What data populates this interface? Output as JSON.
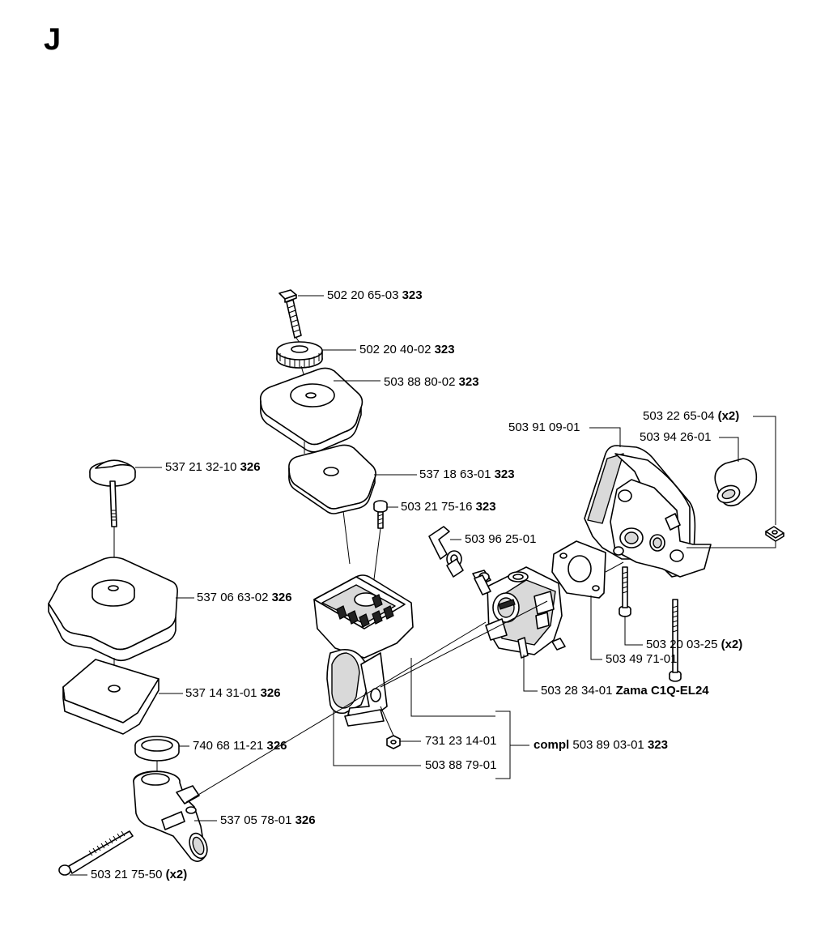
{
  "page": {
    "letter": "J"
  },
  "callouts": [
    {
      "id": "bolt-top",
      "code": "502 20 65-03",
      "suffix": "323"
    },
    {
      "id": "knob-nut",
      "code": "502 20 40-02",
      "suffix": "323"
    },
    {
      "id": "filter-cover-top",
      "code": "503 88 80-02",
      "suffix": "323"
    },
    {
      "id": "filter-pad-top",
      "code": "537 18 63-01",
      "suffix": "323"
    },
    {
      "id": "screw-small",
      "code": "503 21 75-16",
      "suffix": "323"
    },
    {
      "id": "choke-lever",
      "code": "503 96 25-01",
      "suffix": ""
    },
    {
      "id": "fuel-cap",
      "code": "537 21 32-10",
      "suffix": "326"
    },
    {
      "id": "cover-left",
      "code": "537 06 63-02",
      "suffix": "326"
    },
    {
      "id": "pad-left",
      "code": "537 14 31-01",
      "suffix": "326"
    },
    {
      "id": "ring",
      "code": "740 68 11-21",
      "suffix": "326"
    },
    {
      "id": "intake-elbow",
      "code": "537 05 78-01",
      "suffix": "326"
    },
    {
      "id": "long-bolt",
      "code": "503 21 75-50",
      "suffix": "(x2)"
    },
    {
      "id": "nut",
      "code": "731 23 14-01",
      "suffix": ""
    },
    {
      "id": "housing",
      "code": "503 88 79-01",
      "suffix": ""
    },
    {
      "id": "carburetor",
      "code": "503 28 34-01",
      "suffix": "Zama C1Q-EL24"
    },
    {
      "id": "gasket",
      "code": "503 49 71-01",
      "suffix": ""
    },
    {
      "id": "screws-x2",
      "code": "503 20 03-25",
      "suffix": "(x2)"
    },
    {
      "id": "bracket",
      "code": "503 91 09-01",
      "suffix": ""
    },
    {
      "id": "sleeve",
      "code": "503 94 26-01",
      "suffix": ""
    },
    {
      "id": "square-nut",
      "code": "503 22 65-04",
      "suffix": "(x2)"
    }
  ],
  "assembly": {
    "prefix": "compl",
    "code": "503 89 03-01",
    "suffix": "323"
  }
}
